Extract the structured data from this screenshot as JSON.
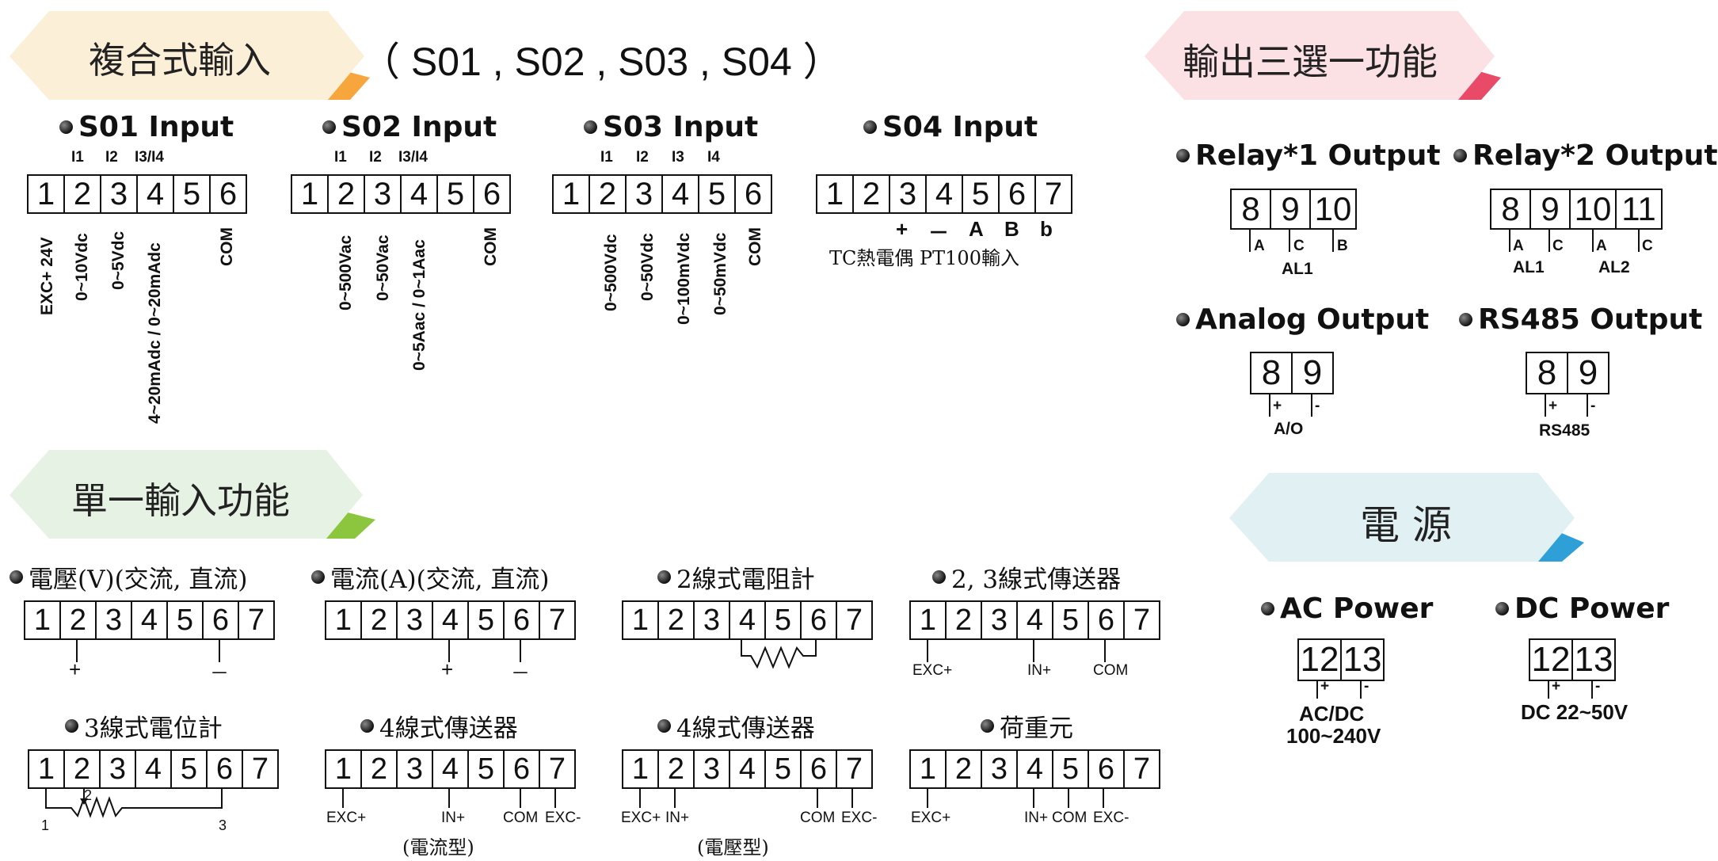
{
  "colors": {
    "banner_cream": "#fbefd7",
    "banner_pink": "#fbe0e4",
    "banner_green": "#e6f2e3",
    "banner_blue": "#e1f1f3",
    "accent_orange": "#f6a63c",
    "accent_pink": "#e84a67",
    "accent_green": "#8cc63f",
    "accent_blue": "#2f9fd8"
  },
  "banners": {
    "composite": "複合式輸入",
    "composite_models": "（ S01 , S02 , S03 , S04 ）",
    "output": "輸出三選一功能",
    "single": "單一輸入功能",
    "power": "電 源"
  },
  "s01": {
    "title": "S01 Input",
    "top": [
      "I1",
      "I2",
      "I3/I4"
    ],
    "terminals": [
      "1",
      "2",
      "3",
      "4",
      "5",
      "6"
    ],
    "labels": [
      "EXC+ 24V",
      "0~10Vdc",
      "0~5Vdc",
      "4~20mAdc / 0~20mAdc",
      "COM"
    ]
  },
  "s02": {
    "title": "S02 Input",
    "top": [
      "I1",
      "I2",
      "I3/I4"
    ],
    "terminals": [
      "1",
      "2",
      "3",
      "4",
      "5",
      "6"
    ],
    "labels": [
      "0~500Vac",
      "0~50Vac",
      "0~5Aac / 0~1Aac",
      "COM"
    ]
  },
  "s03": {
    "title": "S03 Input",
    "top": [
      "I1",
      "I2",
      "I3",
      "I4"
    ],
    "terminals": [
      "1",
      "2",
      "3",
      "4",
      "5",
      "6"
    ],
    "labels": [
      "0~500Vdc",
      "0~50Vdc",
      "0~100mVdc",
      "0~50mVdc",
      "COM"
    ]
  },
  "s04": {
    "title": "S04 Input",
    "terminals": [
      "1",
      "2",
      "3",
      "4",
      "5",
      "6",
      "7"
    ],
    "marks": [
      "+",
      "－",
      "A",
      "B",
      "b"
    ],
    "note": "TC熱電偶 PT100輸入"
  },
  "relay1": {
    "title": "Relay*1 Output",
    "terminals": [
      "8",
      "9",
      "10"
    ],
    "pins": [
      "A",
      "C",
      "B"
    ],
    "group": "AL1"
  },
  "relay2": {
    "title": "Relay*2 Output",
    "terminals": [
      "8",
      "9",
      "10",
      "11"
    ],
    "pins": [
      "A",
      "C",
      "A",
      "C"
    ],
    "groups": [
      "AL1",
      "AL2"
    ]
  },
  "analog": {
    "title": "Analog Output",
    "terminals": [
      "8",
      "9"
    ],
    "pins": [
      "+",
      "-"
    ],
    "name": "A/O"
  },
  "rs485": {
    "title": "RS485 Output",
    "terminals": [
      "8",
      "9"
    ],
    "pins": [
      "+",
      "-"
    ],
    "name": "RS485"
  },
  "voltage": {
    "title": "電壓(V)(交流, 直流)",
    "terminals": [
      "1",
      "2",
      "3",
      "4",
      "5",
      "6",
      "7"
    ],
    "plus": "+",
    "minus": "－"
  },
  "current": {
    "title": "電流(A)(交流, 直流)",
    "terminals": [
      "1",
      "2",
      "3",
      "4",
      "5",
      "6",
      "7"
    ],
    "plus": "+",
    "minus": "－"
  },
  "resistance": {
    "title": "2線式電阻計",
    "terminals": [
      "1",
      "2",
      "3",
      "4",
      "5",
      "6",
      "7"
    ]
  },
  "tx23": {
    "title": "2, 3線式傳送器",
    "terminals": [
      "1",
      "2",
      "3",
      "4",
      "5",
      "6",
      "7"
    ],
    "labels": [
      "EXC+",
      "IN+",
      "COM"
    ]
  },
  "pot3": {
    "title": "3線式電位計",
    "terminals": [
      "1",
      "2",
      "3",
      "4",
      "5",
      "6",
      "7"
    ],
    "labels": [
      "1",
      "2",
      "3"
    ]
  },
  "tx4a": {
    "title": "4線式傳送器",
    "terminals": [
      "1",
      "2",
      "3",
      "4",
      "5",
      "6",
      "7"
    ],
    "labels": [
      "EXC+",
      "IN+",
      "COM",
      "EXC-"
    ],
    "type": "(電流型)"
  },
  "tx4v": {
    "title": "4線式傳送器",
    "terminals": [
      "1",
      "2",
      "3",
      "4",
      "5",
      "6",
      "7"
    ],
    "labels": [
      "EXC+",
      "IN+",
      "COM",
      "EXC-"
    ],
    "type": "(電壓型)"
  },
  "load": {
    "title": "荷重元",
    "terminals": [
      "1",
      "2",
      "3",
      "4",
      "5",
      "6",
      "7"
    ],
    "labels": [
      "EXC+",
      "IN+",
      "COM",
      "EXC-"
    ]
  },
  "ac": {
    "title": "AC Power",
    "terminals": [
      "12",
      "13"
    ],
    "pins": [
      "+",
      "-"
    ],
    "line1": "AC/DC",
    "line2": "100~240V"
  },
  "dc": {
    "title": "DC Power",
    "terminals": [
      "12",
      "13"
    ],
    "pins": [
      "+",
      "-"
    ],
    "line1": "DC 22~50V"
  }
}
